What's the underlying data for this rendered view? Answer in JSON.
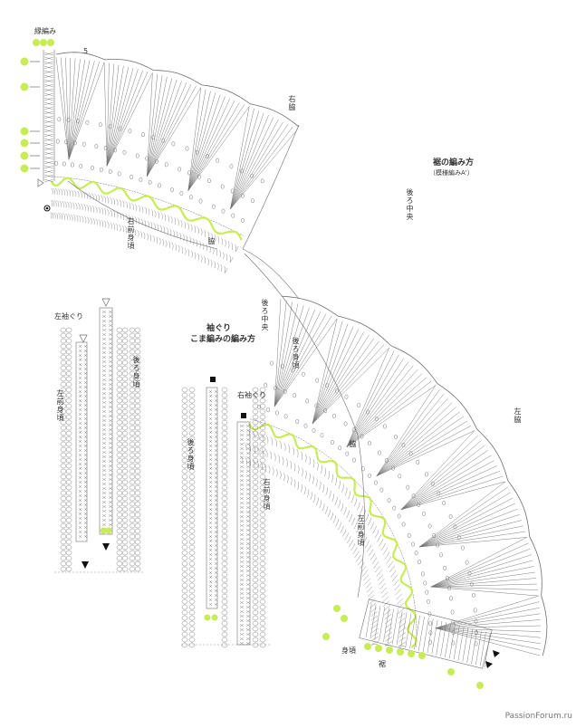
{
  "colors": {
    "ink": "#6f6f6f",
    "accent": "#c8ec55",
    "marker": "#111111"
  },
  "labels": {
    "edge_knit": "縁編み",
    "hem_title": "裾の編み方",
    "hem_sub": "（模様編みA'）",
    "armhole_title_1": "袖ぐり",
    "armhole_title_2": "こま編みの編み方",
    "left_armhole": "左袖ぐり",
    "right_armhole": "右袖ぐり",
    "right_side": "右脇",
    "left_side": "左脇",
    "side": "脇",
    "back_center_1": "後ろ中央",
    "back_center_2": "後ろ中央",
    "back_body_1": "後ろ身頃",
    "back_body_2": "後ろ身頃",
    "back_body_3": "後ろ身頃",
    "right_front": "右前身頃",
    "left_front": "左前身頃",
    "left_body": "左前身頃",
    "right_body": "右前身頃",
    "body": "身頃",
    "hem": "裾",
    "num_5": "5",
    "watermark": "PassionForum.ru"
  }
}
